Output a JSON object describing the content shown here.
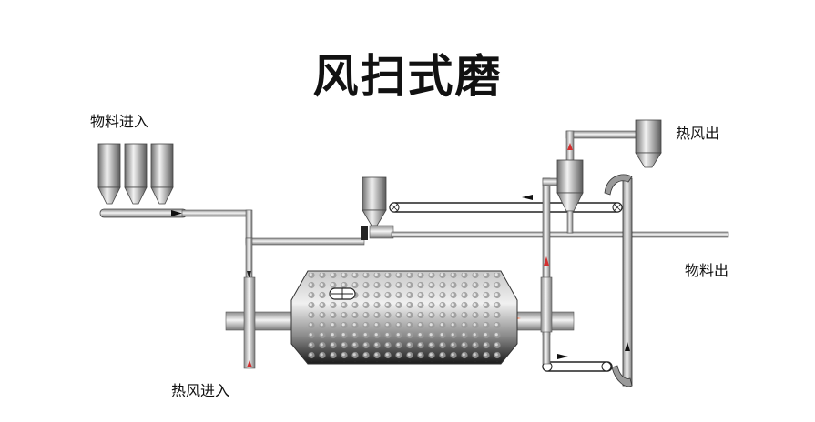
{
  "title": "风扫式磨",
  "labels": {
    "material_in": "物料进入",
    "hot_air_out": "热风出",
    "material_out": "物料出",
    "hot_air_in": "热风进入"
  }
}
